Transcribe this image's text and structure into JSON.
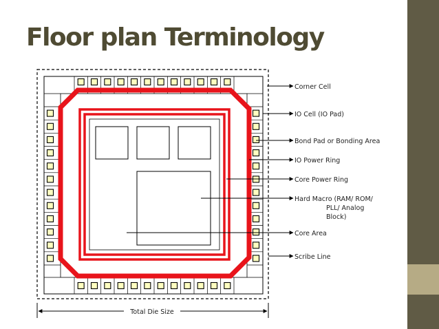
{
  "title": "Floor plan Terminology",
  "labels": {
    "corner_cell": "Corner Cell",
    "io_cell": "IO Cell (IO Pad)",
    "bond_pad": "Bond Pad or Bonding Area",
    "io_power_ring": "IO Power Ring",
    "core_power_ring": "Core Power Ring",
    "hard_macro_line1": "Hard Macro (RAM/ ROM/",
    "hard_macro_line2": "PLL/ Analog",
    "hard_macro_line3": "Block)",
    "core_area": "Core Area",
    "scribe_line": "Scribe Line",
    "total_die_size": "Total Die Size"
  },
  "colors": {
    "ring": "#e8141b",
    "pad_fill": "#ffffc0",
    "sidebar": "#605b45",
    "sidebar_accent": "#b6ab85",
    "title": "#4f4b33"
  }
}
